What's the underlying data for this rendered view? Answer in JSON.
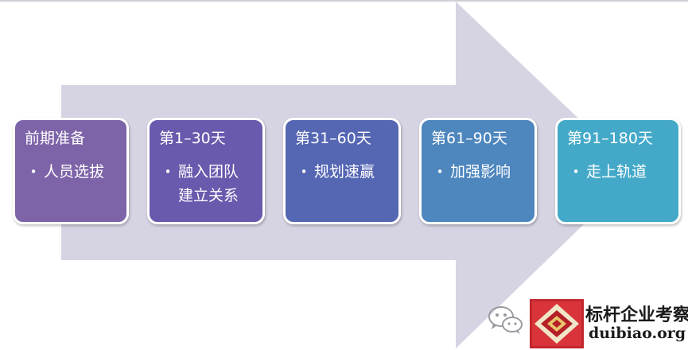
{
  "colors": {
    "arrow": "#d6d3e2",
    "step_colors": [
      "#7d63a8",
      "#6a59ad",
      "#5566b3",
      "#4e86be",
      "#44a9c8"
    ]
  },
  "steps": [
    {
      "title": "前期准备",
      "bullet": "人员选拔"
    },
    {
      "title": "第1–30天",
      "bullet": "融入团队\n建立关系"
    },
    {
      "title": "第31–60天",
      "bullet": "规划速赢"
    },
    {
      "title": "第61–90天",
      "bullet": "加强影响"
    },
    {
      "title": "第91–180天",
      "bullet": "走上轨道"
    }
  ],
  "watermark": {
    "icon": "wechat-icon",
    "brand_name": "标杆企业考察",
    "brand_url": "duibiao.org"
  }
}
